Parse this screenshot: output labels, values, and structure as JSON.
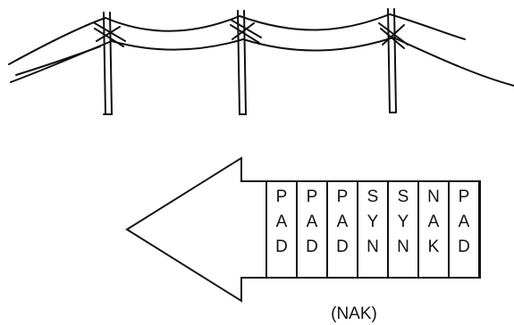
{
  "frame": {
    "characters": [
      [
        "P",
        "A",
        "D"
      ],
      [
        "P",
        "A",
        "D"
      ],
      [
        "P",
        "A",
        "D"
      ],
      [
        "S",
        "Y",
        "N"
      ],
      [
        "S",
        "Y",
        "N"
      ],
      [
        "N",
        "A",
        "K"
      ],
      [
        "P",
        "A",
        "D"
      ]
    ]
  },
  "caption": "(NAK)"
}
